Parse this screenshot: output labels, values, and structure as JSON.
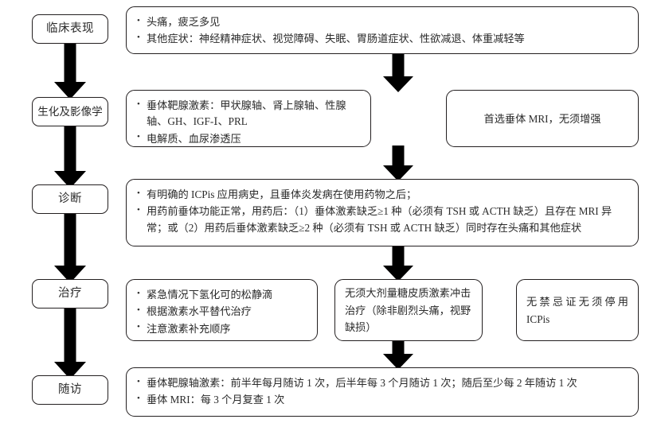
{
  "diagram": {
    "type": "flowchart",
    "orientation": "vertical",
    "stage_column_label": "stages",
    "colors": {
      "stroke": "#231f20",
      "arrow": "#000000",
      "text": "#2a2a2a",
      "background": "#ffffff"
    }
  },
  "stages": [
    {
      "id": "clinical",
      "label": "临床表现"
    },
    {
      "id": "biochem-imaging",
      "label": "生化及影像学"
    },
    {
      "id": "diagnosis",
      "label": "诊断"
    },
    {
      "id": "treatment",
      "label": "治疗"
    },
    {
      "id": "followup",
      "label": "随访"
    }
  ],
  "rows": {
    "symptoms": {
      "items": [
        "头痛，疲乏多见",
        "其他症状：神经精神症状、视觉障碍、失眠、胃肠道症状、性欲减退、体重减轻等"
      ]
    },
    "labs": {
      "items": [
        "垂体靶腺激素：甲状腺轴、肾上腺轴、性腺轴、GH、IGF-Ⅰ、PRL",
        "电解质、血尿渗透压"
      ]
    },
    "imaging": {
      "text": "首选垂体 MRI，无须增强"
    },
    "diagnosis": {
      "items": [
        "有明确的 ICPis 应用病史，且垂体炎发病在使用药物之后；",
        "用药前垂体功能正常，用药后：（1）垂体激素缺乏≥1 种（必须有 TSH 或 ACTH 缺乏）且存在 MRI 异常；或（2）用药后垂体激素缺乏≥2 种（必须有 TSH 或 ACTH 缺乏）同时存在头痛和其他症状"
      ]
    },
    "treatment_steroid": {
      "items": [
        "紧急情况下氢化可的松静滴",
        "根据激素水平替代治疗",
        "注意激素补充顺序"
      ]
    },
    "treatment_no_pulse": {
      "text": "无须大剂量糖皮质激素冲击治疗（除非剧烈头痛，视野缺损）"
    },
    "treatment_continue": {
      "line1": "无禁忌证无须停用",
      "line2": "ICPis"
    },
    "followup": {
      "items": [
        "垂体靶腺轴激素：前半年每月随访 1 次，后半年每 3 个月随访 1 次；随后至少每 2 年随访 1 次",
        "垂体 MRI：每 3 个月复查 1 次"
      ]
    }
  }
}
